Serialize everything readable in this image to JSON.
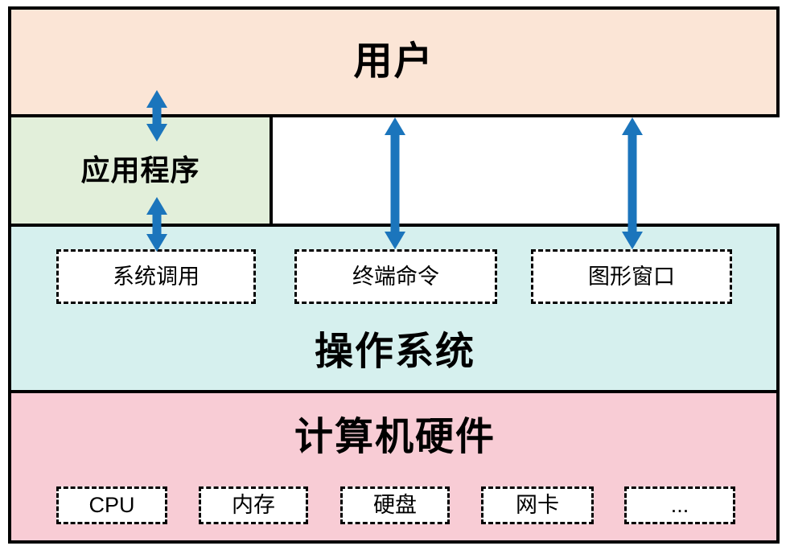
{
  "diagram": {
    "layers": {
      "user": {
        "label": "用户",
        "color": "#FBE5D6"
      },
      "application": {
        "label": "应用程序",
        "color": "#E2EFDA"
      },
      "os": {
        "label": "操作系统",
        "color": "#D6F0EE",
        "interfaces": [
          {
            "label": "系统调用"
          },
          {
            "label": "终端命令"
          },
          {
            "label": "图形窗口"
          }
        ]
      },
      "hardware": {
        "label": "计算机硬件",
        "color": "#F8CCD5",
        "components": [
          {
            "label": "CPU"
          },
          {
            "label": "内存"
          },
          {
            "label": "硬盘"
          },
          {
            "label": "网卡"
          },
          {
            "label": "..."
          }
        ]
      }
    },
    "connections": [
      {
        "from": "用户",
        "to": "应用程序",
        "type": "double-arrow"
      },
      {
        "from": "应用程序",
        "to": "系统调用",
        "type": "double-arrow"
      },
      {
        "from": "用户",
        "to": "终端命令",
        "type": "double-arrow"
      },
      {
        "from": "用户",
        "to": "图形窗口",
        "type": "double-arrow"
      }
    ],
    "colors": {
      "arrow": "#1B75BC",
      "border": "#000000",
      "interface_box_fill": "#FFFFFF",
      "background": "#FFFFFF"
    }
  }
}
